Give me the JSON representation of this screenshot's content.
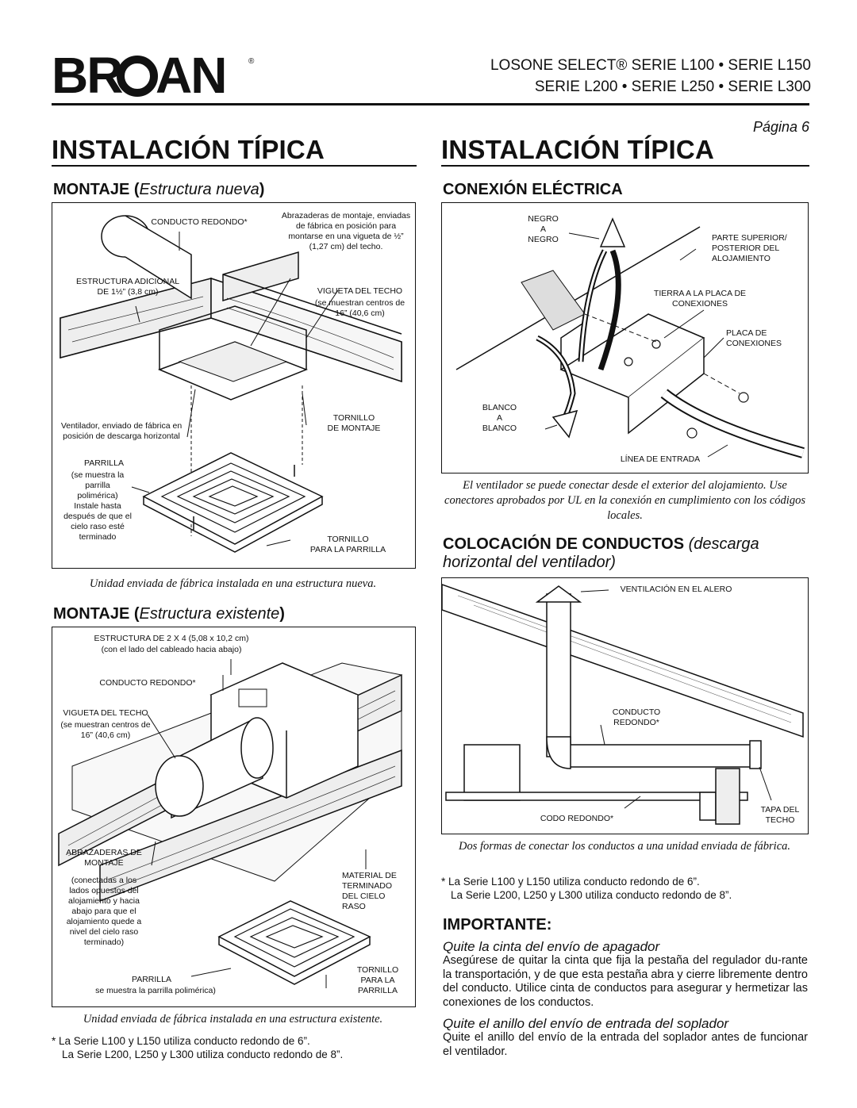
{
  "header": {
    "brand": "BROAN",
    "registered": "®",
    "series_line1": "LOSONE SELECT® SERIE L100 • SERIE L150",
    "series_line2": "SERIE L200  • SERIE L250 • SERIE L300",
    "page_label": "Página 6"
  },
  "left": {
    "title": "INSTALACIÓN TÍPICA",
    "section1": {
      "heading_bold": "MONTAJE (",
      "heading_italic": "Estructura nueva",
      "heading_end": ")",
      "labels": {
        "conducto": "CONDUCTO REDONDO*",
        "abrazaderas": "Abrazaderas de montaje, enviadas de fábrica en posición para montarse en una vigueta de ½” (1,27 cm) del techo.",
        "estructura": "ESTRUCTURA  ADICIONAL\nDE 1½” (3,8 cm)",
        "vigueta": "VIGUETA DEL TECHO",
        "vigueta_sub": "(se muestran centros de\n16” (40,6 cm)",
        "ventilador": "Ventilador, enviado de fábrica en\nposición de descarga horizontal",
        "tornillo_montaje": "TORNILLO\nDE MONTAJE",
        "parrilla": "PARRILLA",
        "parrilla_sub": "(se muestra la\nparrilla\npolimérica)\nInstale hasta\ndespués de que el\ncielo raso esté\nterminado",
        "tornillo_parrilla": "TORNILLO\nPARA  LA PARRILLA"
      },
      "caption": "Unidad enviada de fábrica instalada en una estructura nueva."
    },
    "section2": {
      "heading_bold": "MONTAJE (",
      "heading_italic": "Estructura existente",
      "heading_end": ")",
      "labels": {
        "estructura": "ESTRUCTURA DE 2 X 4 (5,08 x 10,2 cm)",
        "estructura_sub": "(con el lado del cableado hacia abajo)",
        "conducto": "CONDUCTO REDONDO*",
        "vigueta": "VIGUETA DEL TECHO",
        "vigueta_sub": "(se muestran centros de\n16” (40,6 cm)",
        "abrazaderas": "ABRAZADERAS DE\nMONTAJE",
        "abrazaderas_sub": "(conectadas a los\nlados opuestos del\nalojamiento y hacia\nabajo para que el\nalojamiento quede a\nnivel del cielo raso\nterminado)",
        "material": "MATERIAL DE\nTERMINADO\nDEL CIELO\nRASO",
        "parrilla": "PARRILLA",
        "parrilla_sub": "se muestra la parrilla polimérica)",
        "tornillo": "TORNILLO\nPARA  LA\nPARRILLA"
      },
      "caption": "Unidad enviada de fábrica instalada en una estructura existente."
    },
    "footnote1": "*  La Serie L100 y L150 utiliza conducto redondo de 6”.",
    "footnote2": "La Serie L200, L250 y L300 utiliza conducto redondo de 8”."
  },
  "right": {
    "title": "INSTALACIÓN TÍPICA",
    "section1": {
      "heading": "CONEXIÓN ELÉCTRICA",
      "labels": {
        "negro": "NEGRO\nA\nNEGRO",
        "parte": "PARTE SUPERIOR/\nPOSTERIOR DEL\nALOJAMIENTO",
        "tierra": "TIERRA A LA PLACA DE\nCONEXIONES",
        "placa": "PLACA DE\nCONEXIONES",
        "blanco": "BLANCO\nA\nBLANCO",
        "linea": "LÍNEA DE ENTRADA"
      },
      "caption": "El ventilador se puede conectar desde el exterior del alojamiento. Use conectores aprobados por UL en la conexión en cumplimiento con los códigos locales."
    },
    "section2": {
      "heading_bold": "COLOCACIÓN DE CONDUCTOS ",
      "heading_italic": "(descarga horizontal del ventilador)",
      "labels": {
        "ventilacion": "VENTILACIÓN EN EL ALERO",
        "conducto": "CONDUCTO\nREDONDO*",
        "codo": "CODO REDONDO*",
        "tapa": "TAPA  DEL\nTECHO"
      },
      "caption": "Dos formas de conectar los conductos a una unidad enviada de fábrica.",
      "footnote1": "*  La Serie L100 y L150 utiliza conducto redondo de 6”.",
      "footnote2": "La Serie L200, L250 y L300 utiliza conducto redondo de 8”."
    },
    "importante": {
      "heading": "IMPORTANTE:",
      "sub1": "Quite la cinta del envío de apagador",
      "body1": "Asegúrese de quitar la cinta que fija la pestaña del regulador du-rante la transportación, y de que esta pestaña abra y cierre libremente dentro del conducto. Utilice cinta de conductos para asegurar y hermetizar las conexiones de los conductos.",
      "sub2": "Quite el anillo del envío de entrada del soplador",
      "body2": "Quite el anillo del envío de la entrada del soplador antes de funcionar el ventilador."
    }
  }
}
